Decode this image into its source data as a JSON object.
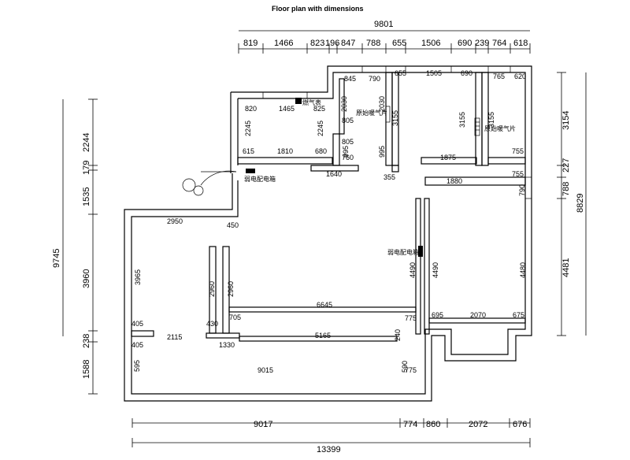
{
  "title": "Floor plan with dimensions",
  "top_total": "9801",
  "top_segments": [
    "819",
    "1466",
    "823",
    "196",
    "847",
    "788",
    "655",
    "1506",
    "690",
    "239",
    "764",
    "618"
  ],
  "bottom_segments": [
    "9017",
    "774",
    "860",
    "2072",
    "676"
  ],
  "bottom_total": "13399",
  "left_outer_total": "9745",
  "left_segments": [
    "2244",
    "179",
    "1535",
    "3960",
    "238",
    "1588"
  ],
  "right_segments": [
    "3154",
    "788",
    "227"
  ],
  "right_total": "8829",
  "right_lower": "4481",
  "labels": {
    "gas_meter": "燃气表",
    "weak_box_1": "弱电配电箱",
    "weak_box_2": "弱电配电箱",
    "radiator_1": "原始暖气片",
    "radiator_2": "原始暖气片"
  },
  "interior": {
    "d845": "845",
    "d790": "790",
    "d655": "655",
    "d1505": "1505",
    "d690": "690",
    "d765": "765",
    "d620": "620",
    "d820": "820",
    "d1465": "1465",
    "d825": "825",
    "d2030a": "2030",
    "d2030b": "2030",
    "d3155a": "3155",
    "d3155b": "3155",
    "d3155c": "3155",
    "d2245a": "2245",
    "d2245b": "2245",
    "d805a": "805",
    "d805b": "805",
    "d995a": "995",
    "d995b": "995",
    "d760": "760",
    "d615": "615",
    "d1810": "1810",
    "d680": "680",
    "d1640": "1640",
    "d355": "355",
    "d1875": "1875",
    "d755a": "755",
    "d755b": "755",
    "d1880": "1880",
    "d790b": "790",
    "d2950": "2950",
    "d450": "450",
    "d3965": "3965",
    "d2960a": "2960",
    "d2960b": "2960",
    "d4490a": "4490",
    "d4490b": "4490",
    "d4480": "4480",
    "d6645": "6645",
    "d405a": "405",
    "d430": "430",
    "d705": "705",
    "d775a": "775",
    "d695": "695",
    "d2070": "2070",
    "d675": "675",
    "d405b": "405",
    "d2115": "2115",
    "d1330": "1330",
    "d5165": "5165",
    "d240": "240",
    "d595": "595",
    "d9015": "9015",
    "d590": "590",
    "d775b": "775"
  }
}
